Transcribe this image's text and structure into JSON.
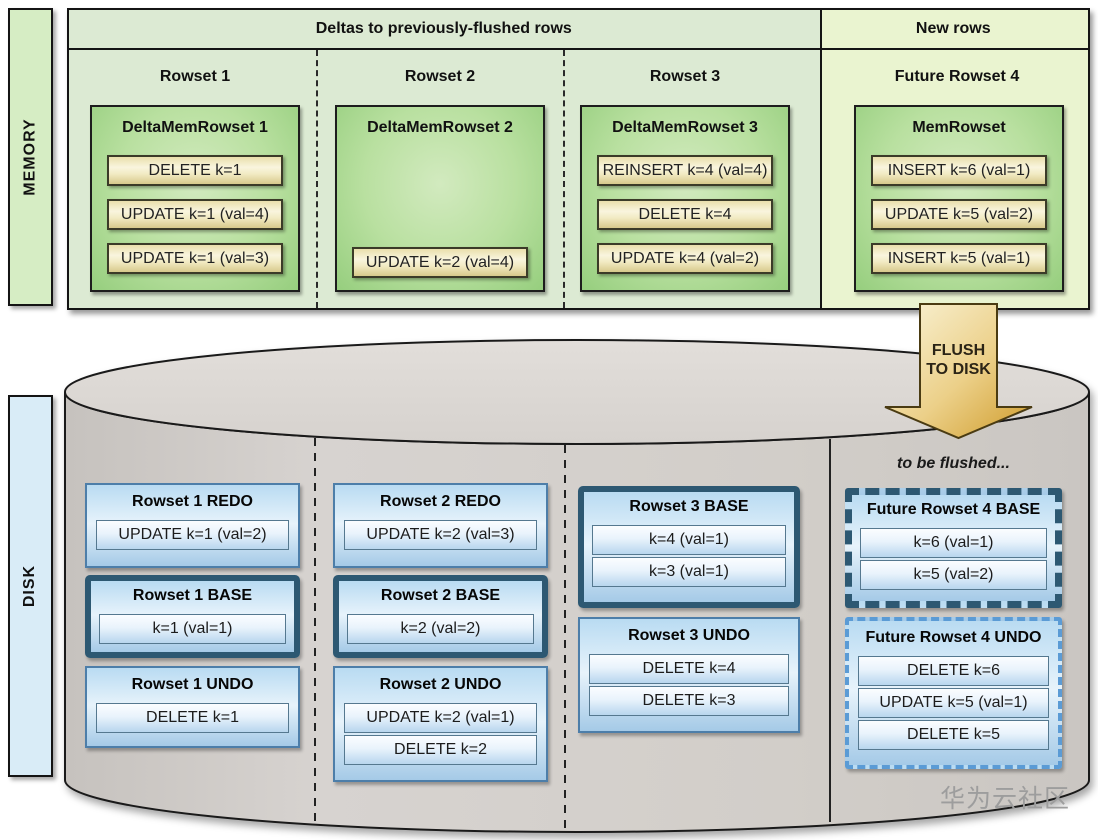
{
  "memory": {
    "sidebar_label": "MEMORY",
    "headers": {
      "deltas": "Deltas to previously-flushed rows",
      "new_rows": "New rows"
    },
    "columns": [
      {
        "title": "Rowset 1",
        "box_title": "DeltaMemRowset 1",
        "ops": [
          "DELETE k=1",
          "UPDATE k=1 (val=4)",
          "UPDATE k=1 (val=3)"
        ]
      },
      {
        "title": "Rowset 2",
        "box_title": "DeltaMemRowset 2",
        "ops": [
          "UPDATE k=2 (val=4)"
        ]
      },
      {
        "title": "Rowset 3",
        "box_title": "DeltaMemRowset 3",
        "ops": [
          "REINSERT k=4 (val=4)",
          "DELETE k=4",
          "UPDATE k=4 (val=2)"
        ]
      },
      {
        "title": "Future Rowset 4",
        "box_title": "MemRowset",
        "ops": [
          "INSERT k=6 (val=1)",
          "UPDATE k=5 (val=2)",
          "INSERT k=5 (val=1)"
        ]
      }
    ]
  },
  "flush_arrow": {
    "line1": "FLUSH",
    "line2": "TO DISK"
  },
  "disk": {
    "sidebar_label": "DISK",
    "to_be_flushed_label": "to be flushed...",
    "columns": [
      {
        "boxes": [
          {
            "title": "Rowset 1 REDO",
            "ops": [
              "UPDATE k=1 (val=2)"
            ]
          },
          {
            "title": "Rowset 1 BASE",
            "ops": [
              "k=1 (val=1)"
            ]
          },
          {
            "title": "Rowset 1 UNDO",
            "ops": [
              "DELETE k=1"
            ]
          }
        ]
      },
      {
        "boxes": [
          {
            "title": "Rowset 2 REDO",
            "ops": [
              "UPDATE k=2 (val=3)"
            ]
          },
          {
            "title": "Rowset 2 BASE",
            "ops": [
              "k=2 (val=2)"
            ]
          },
          {
            "title": "Rowset 2 UNDO",
            "ops": [
              "UPDATE k=2 (val=1)",
              "DELETE k=2"
            ]
          }
        ]
      },
      {
        "boxes": [
          {
            "title": "Rowset 3 BASE",
            "ops": [
              "k=4 (val=1)",
              "k=3 (val=1)"
            ]
          },
          {
            "title": "Rowset 3 UNDO",
            "ops": [
              "DELETE k=4",
              "DELETE k=3"
            ]
          }
        ]
      },
      {
        "boxes": [
          {
            "title": "Future Rowset 4 BASE",
            "ops": [
              "k=6 (val=1)",
              "k=5 (val=2)"
            ]
          },
          {
            "title": "Future Rowset 4 UNDO",
            "ops": [
              "DELETE k=6",
              "UPDATE k=5 (val=1)",
              "DELETE k=5"
            ]
          }
        ]
      }
    ]
  },
  "watermark": "华为云社区",
  "colors": {
    "memory_section_green": "#dcead3",
    "new_rows_green": "#eaf4d0",
    "deltamem_box_green": "#a9d890",
    "op_box_yellow": "#ecdf9e",
    "disk_cylinder_gray": "#d2cecb",
    "disk_box_blue": "#bcdcf2",
    "base_border_blue": "#2d5872",
    "undo_dash_blue": "#5b9bd5",
    "flush_arrow_gold": "#ddaf49"
  }
}
